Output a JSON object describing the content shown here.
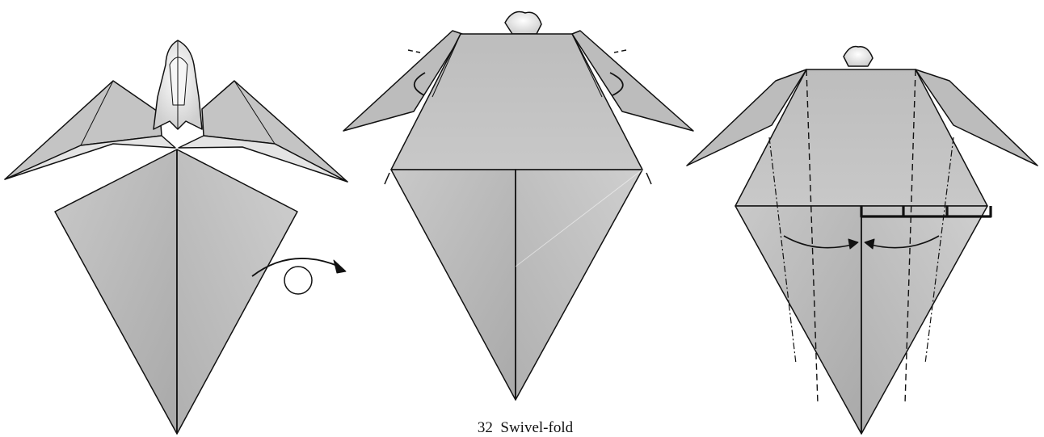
{
  "step_caption": "32  Swivel-fold",
  "colors": {
    "paper": "#b9b9b9",
    "paper_dark": "#a7a7a7",
    "paper_light": "#d0d0d0",
    "line": "#111111",
    "background": "#ffffff"
  },
  "diagrams": [
    {
      "name": "step-diagram-1",
      "description_icon": "turn-over-symbol"
    },
    {
      "name": "step-diagram-2",
      "description_icon": "swivel-arrows"
    },
    {
      "name": "step-diagram-3",
      "description_icon": "division-marks"
    }
  ]
}
